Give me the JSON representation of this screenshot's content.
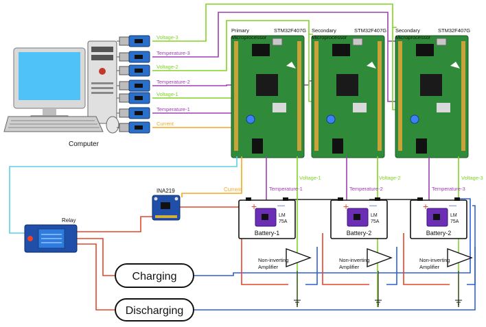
{
  "computer": {
    "label": "Computer"
  },
  "usb_links": [
    {
      "label": "Voltage-3",
      "color": "#7ed321"
    },
    {
      "label": "Temperature-3",
      "color": "#9b3fb0"
    },
    {
      "label": "Voltage-2",
      "color": "#7ed321"
    },
    {
      "label": "Temperature-2",
      "color": "#9b3fb0"
    },
    {
      "label": "Voltage-1",
      "color": "#7ed321"
    },
    {
      "label": "Temperature-1",
      "color": "#9b3fb0"
    },
    {
      "label": "Current",
      "color": "#f5a623"
    }
  ],
  "boards": [
    {
      "role_line1": "Primary",
      "role_line2": "Microprocessor",
      "model": "STM32F407G"
    },
    {
      "role_line1": "Secondary",
      "role_line2": "Microprocessor",
      "model": "STM32F407G"
    },
    {
      "role_line1": "Secondary",
      "role_line2": "Microprocessor",
      "model": "STM32F407G"
    }
  ],
  "sensor": {
    "label": "INA219",
    "current_label": "Current"
  },
  "relay": {
    "label": "Relay"
  },
  "batteries": [
    {
      "label": "Battery-1",
      "temp_sensor": "LM",
      "temp_sensor_model": "75A",
      "plus": "+",
      "minus": "—",
      "voltage_label": "Voltage-1",
      "temperature_label": "Temperature-1"
    },
    {
      "label": "Battery-2",
      "temp_sensor": "LM",
      "temp_sensor_model": "75A",
      "plus": "+",
      "minus": "—",
      "voltage_label": "Voltage-2",
      "temperature_label": "Temperature-2"
    },
    {
      "label": "Battery-2",
      "temp_sensor": "LM",
      "temp_sensor_model": "75A",
      "plus": "+",
      "minus": "—",
      "voltage_label": "Voltage-3",
      "temperature_label": "Temperature-3"
    }
  ],
  "amplifiers": [
    {
      "line1": "Non-inverting",
      "line2": "Amplifier"
    },
    {
      "line1": "Non-inverting",
      "line2": "Amplifier"
    },
    {
      "line1": "Non-inverting",
      "line2": "Amplifier"
    }
  ],
  "loads": [
    {
      "label": "Charging"
    },
    {
      "label": "Discharging"
    }
  ],
  "colors": {
    "voltage": "#7ed321",
    "temperature": "#9b3fb0",
    "current": "#f5a623",
    "relay_signal": "#5ad0e6",
    "positive": "#e8432b",
    "negative": "#2f5fd6",
    "ground": "#222222",
    "board": "#2f8a3a",
    "sensor_board": "#1f4fa8"
  }
}
